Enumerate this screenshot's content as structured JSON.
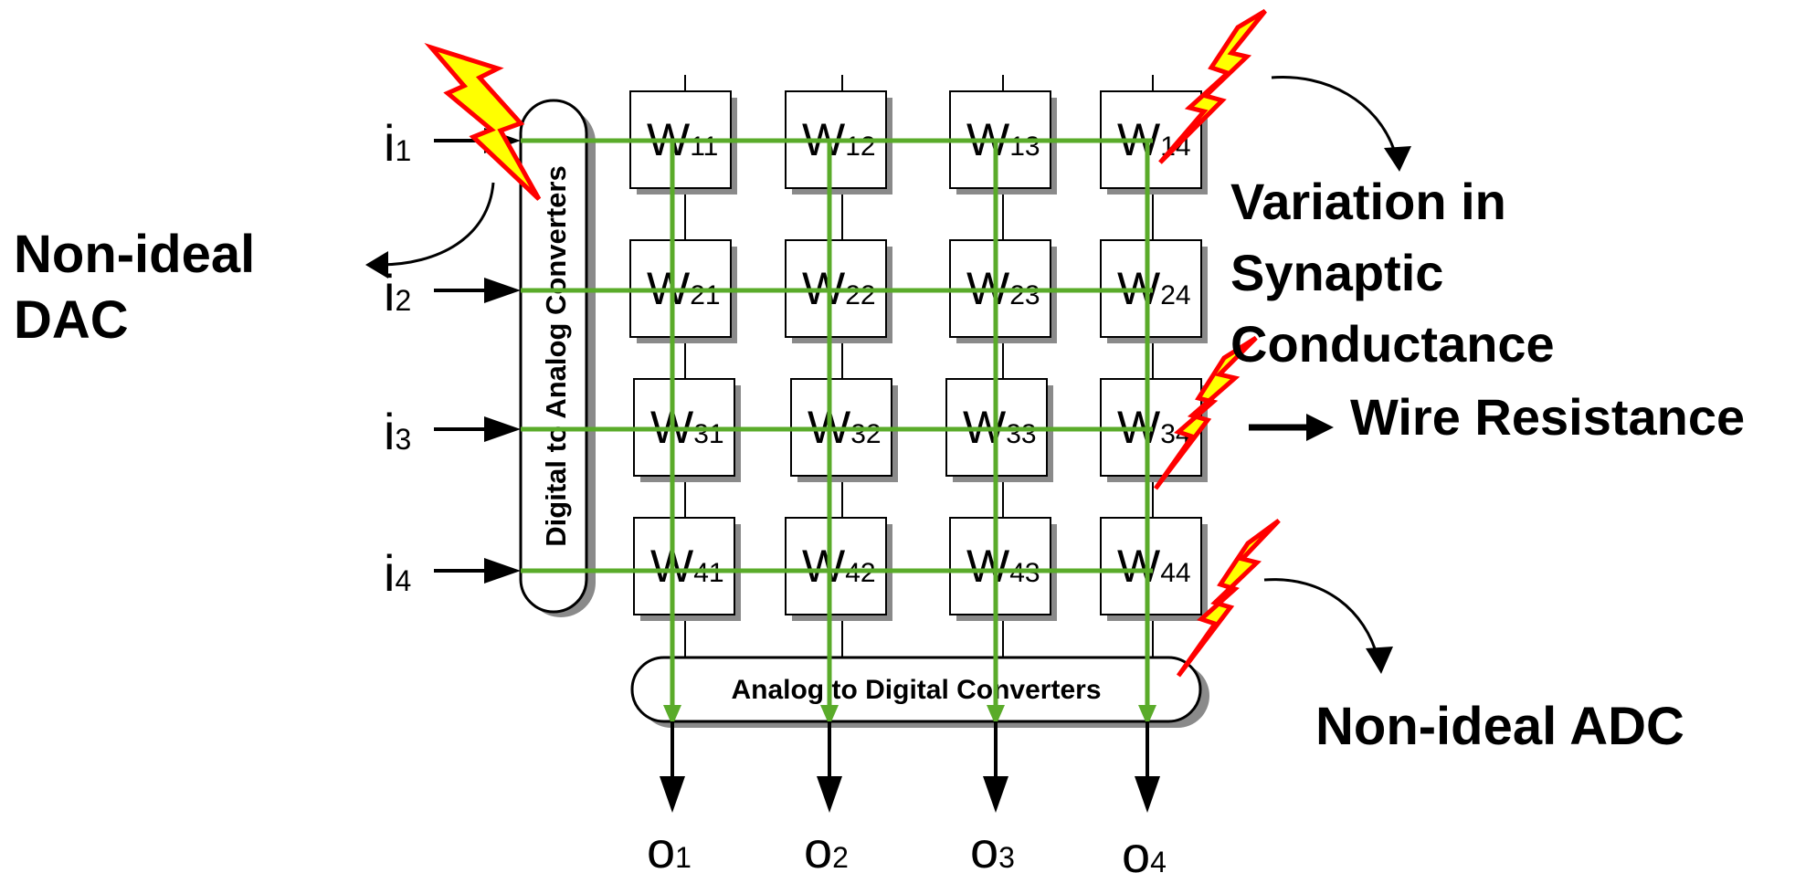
{
  "labels": {
    "non_ideal_dac": [
      "Non-ideal",
      "DAC"
    ],
    "variation": [
      "Variation in",
      "Synaptic",
      "Conductance"
    ],
    "wire_resistance": "Wire Resistance",
    "non_ideal_adc": "Non-ideal ADC",
    "dac_block": "Digital to Analog Converters",
    "adc_block": "Analog to Digital Converters"
  },
  "inputs": [
    {
      "sym": "i",
      "sub": "1"
    },
    {
      "sym": "i",
      "sub": "2"
    },
    {
      "sym": "i",
      "sub": "3"
    },
    {
      "sym": "i",
      "sub": "4"
    }
  ],
  "outputs": [
    {
      "sym": "o",
      "sub": "1"
    },
    {
      "sym": "o",
      "sub": "2"
    },
    {
      "sym": "o",
      "sub": "3"
    },
    {
      "sym": "o",
      "sub": "4"
    }
  ],
  "weights": [
    [
      {
        "sym": "W",
        "sub": "11"
      },
      {
        "sym": "W",
        "sub": "12"
      },
      {
        "sym": "W",
        "sub": "13"
      },
      {
        "sym": "W",
        "sub": "14"
      }
    ],
    [
      {
        "sym": "W",
        "sub": "21"
      },
      {
        "sym": "W",
        "sub": "22"
      },
      {
        "sym": "W",
        "sub": "23"
      },
      {
        "sym": "W",
        "sub": "24"
      }
    ],
    [
      {
        "sym": "W",
        "sub": "31"
      },
      {
        "sym": "W",
        "sub": "32"
      },
      {
        "sym": "W",
        "sub": "33"
      },
      {
        "sym": "W",
        "sub": "34"
      }
    ],
    [
      {
        "sym": "W",
        "sub": "41"
      },
      {
        "sym": "W",
        "sub": "42"
      },
      {
        "sym": "W",
        "sub": "43"
      },
      {
        "sym": "W",
        "sub": "44"
      }
    ]
  ],
  "colors": {
    "current_path": "#5aab2a",
    "bolt_fill": "#ffff00",
    "bolt_stroke": "#ff0000"
  }
}
